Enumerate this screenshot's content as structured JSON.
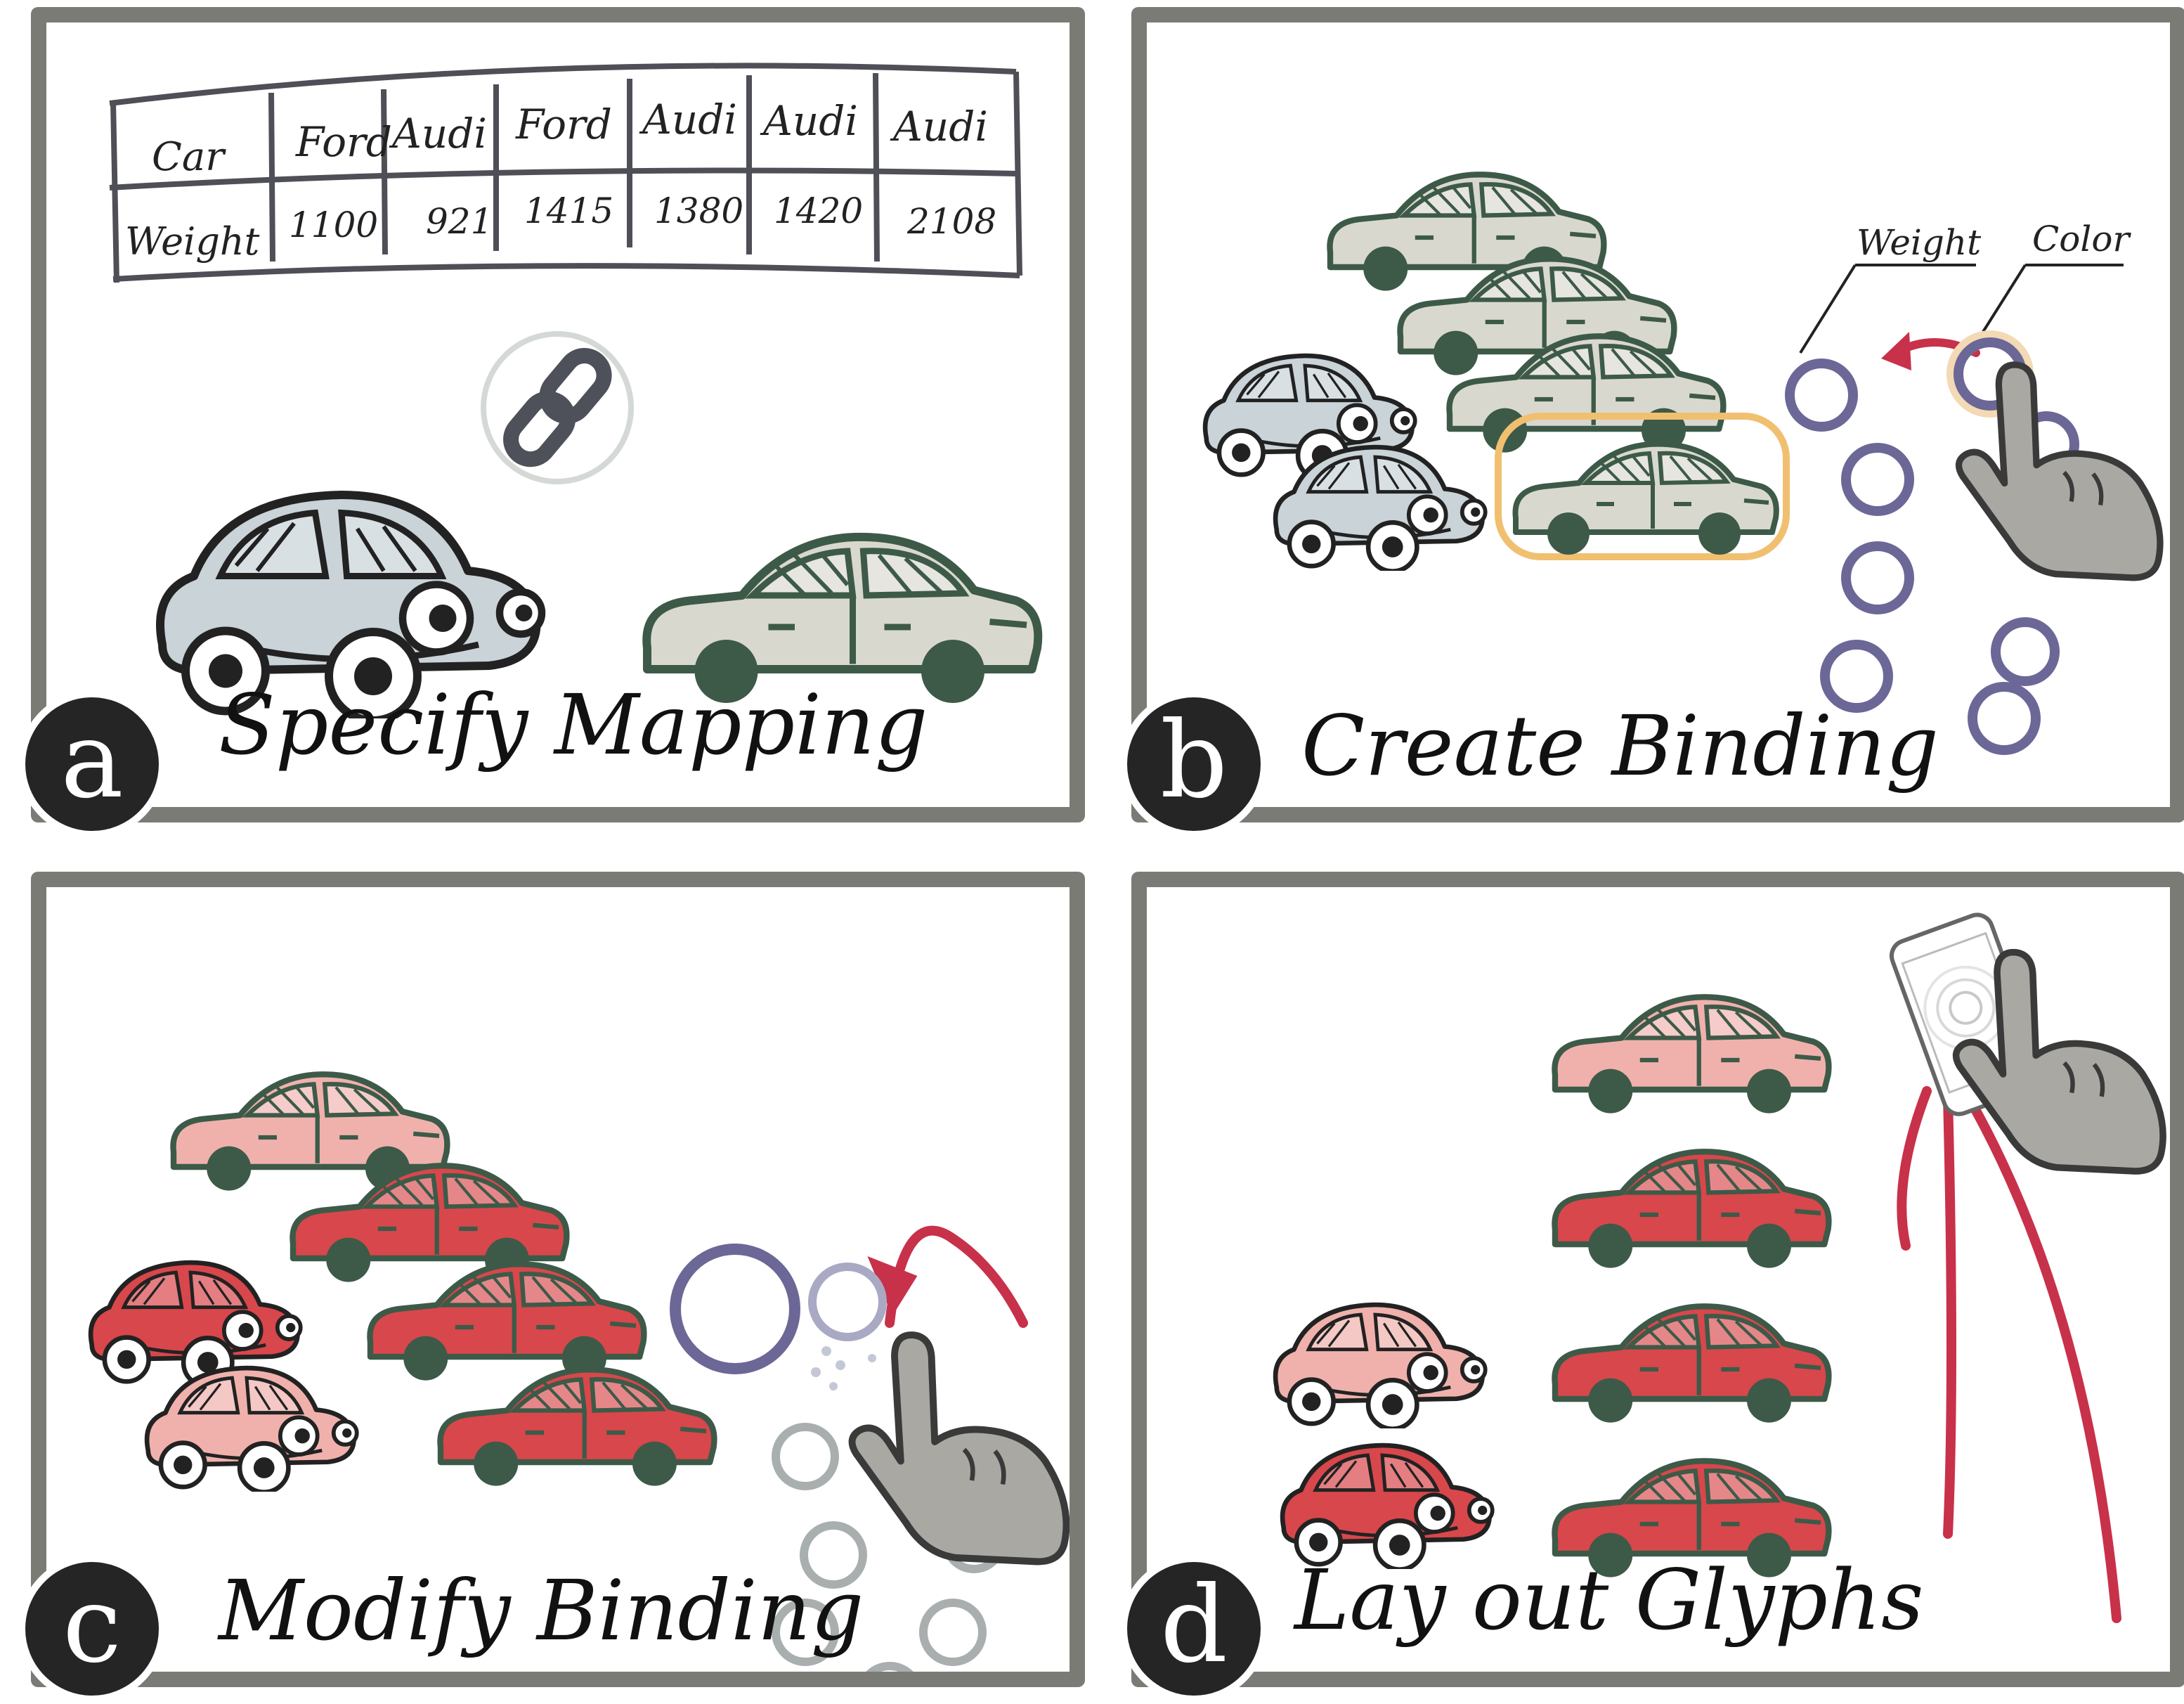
{
  "panels": {
    "a": {
      "badge": "a",
      "caption": "Specify Mapping",
      "table": {
        "row_car": [
          "Car",
          "Ford",
          "Audi",
          "Ford",
          "Audi",
          "Audi",
          "Audi"
        ],
        "row_weight": [
          "Weight",
          "1100",
          "921",
          "1415",
          "1380",
          "1420",
          "2108"
        ]
      }
    },
    "b": {
      "badge": "b",
      "caption": "Create Binding",
      "labels": {
        "weight": "Weight",
        "color": "Color"
      }
    },
    "c": {
      "badge": "c",
      "caption": "Modify Binding"
    },
    "d": {
      "badge": "d",
      "caption": "Lay out Glyphs"
    }
  },
  "colors": {
    "frame": "#7b7b76",
    "beetle_gray": "#c9d3d8",
    "sedan_gray": "#d9d8cf",
    "outline_green": "#3d5a48",
    "purple_ring": "#6b6796",
    "gray_ring": "#a9aeae",
    "red_arrow": "#c8314a",
    "car_red": "#d8474b",
    "car_pink": "#f0b1ad",
    "hand_gray": "#a9a8a3",
    "highlight_orange": "#f0c070"
  },
  "icons": [
    "link-icon",
    "hand-icon",
    "phone-icon"
  ]
}
